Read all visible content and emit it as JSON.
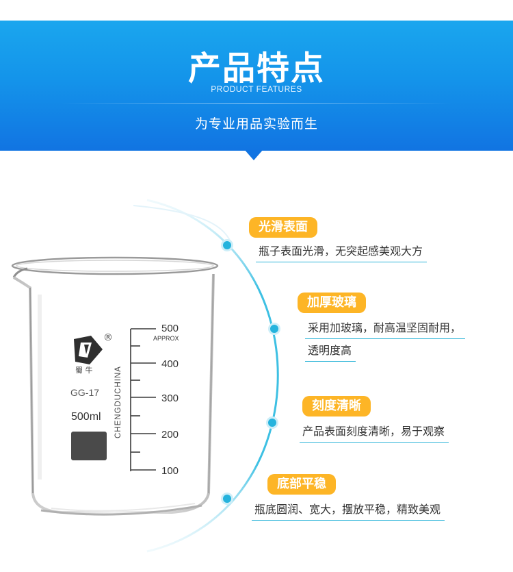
{
  "header": {
    "title": "产品特点",
    "subtitle_en": "PRODUCT FEATURES",
    "tagline": "为专业用品实验而生"
  },
  "beaker": {
    "brand": "蜀  牛",
    "registered": "®",
    "model": "GG-17",
    "capacity": "500ml",
    "vertical_text": "CHENGDUCHINA",
    "scale_marks": [
      "500",
      "400",
      "300",
      "200",
      "100"
    ],
    "approx": "APPROX"
  },
  "features": [
    {
      "title": "光滑表面",
      "desc_lines": [
        "瓶子表面光滑，无突起感美观大方"
      ]
    },
    {
      "title": "加厚玻璃",
      "desc_lines": [
        "采用加玻璃，耐高温坚固耐用，",
        "透明度高"
      ]
    },
    {
      "title": "刻度清晰",
      "desc_lines": [
        "产品表面刻度清晰，易于观察"
      ]
    },
    {
      "title": "底部平稳",
      "desc_lines": [
        "瓶底圆润、宽大，摆放平稳，精致美观"
      ]
    }
  ],
  "colors": {
    "header_blue": "#1494ea",
    "badge_orange": "#fdb526",
    "accent_cyan": "#2bb4d8"
  }
}
